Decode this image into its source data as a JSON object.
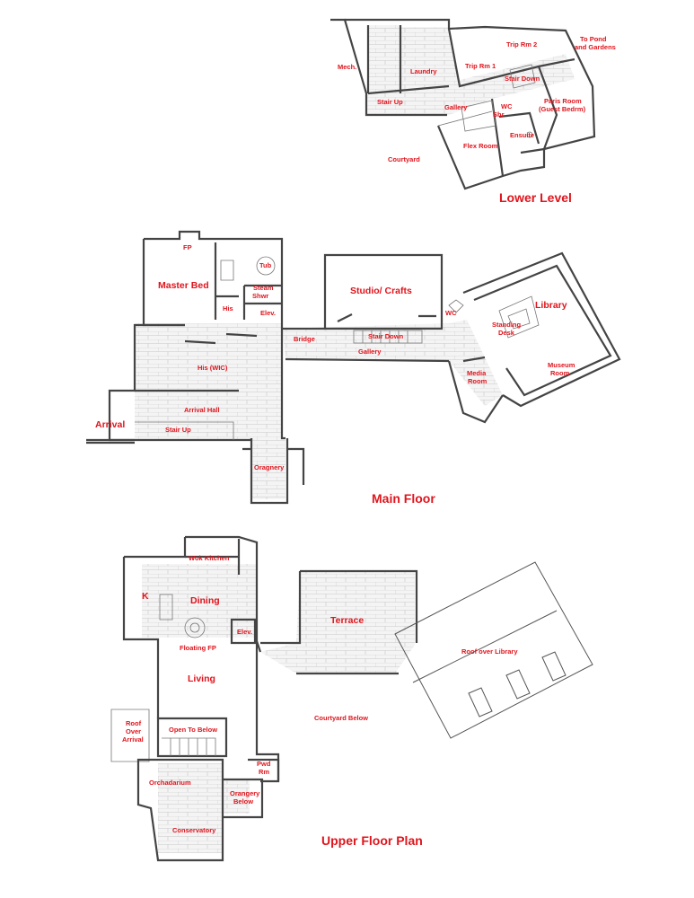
{
  "levels": {
    "lower": {
      "title": "Lower Level",
      "rooms": {
        "mech": "Mech.",
        "laundry": "Laundry",
        "trip_rm_2": "Trip Rm 2",
        "to_pond": "To Pond",
        "and_gardens": "and Gardens",
        "trip_rm_1": "Trip Rm 1",
        "stair_down": "Stair Down",
        "stair_up": "Stair Up",
        "gallery": "Gallery",
        "wc": "WC",
        "shr": "Shr",
        "paris_room": "Paris Room",
        "guest_bedrm": "(Guest Bedrm)",
        "ensuite": "Ensuite",
        "flex_room": "Flex Room",
        "courtyard": "Courtyard"
      }
    },
    "main": {
      "title": "Main Floor",
      "rooms": {
        "fp": "FP",
        "tub": "Tub",
        "master_bed": "Master Bed",
        "steam": "Steam",
        "shwr": "Shwr",
        "his": "His",
        "elev": "Elev.",
        "studio": "Studio/ Crafts",
        "library": "Library",
        "wc": "WC",
        "standing": "Standing",
        "desk": "Desk",
        "bridge": "Bridge",
        "stair_down": "Stair Down",
        "gallery": "Gallery",
        "his_wic": "His (WIC)",
        "media": "Media",
        "room": "Room",
        "museum": "Museum",
        "museum_room": "Room",
        "arrival_hall": "Arrival Hall",
        "arrival": "Arrival",
        "stair_up": "Stair Up",
        "oragnery": "Oragnery"
      }
    },
    "upper": {
      "title": "Upper Floor Plan",
      "rooms": {
        "wok_kitchen": "Wok Kitchen",
        "k": "K",
        "dining": "Dining",
        "terrace": "Terrace",
        "elev": "Elev.",
        "floating_fp": "Floating FP",
        "roof_over_library": "Roof over Library",
        "living": "Living",
        "roof": "Roof",
        "over": "Over",
        "arrival": "Arrival",
        "open_to_below": "Open To Below",
        "courtyard_below": "Courtyard Below",
        "pwd": "Pwd",
        "rm": "Rm",
        "orchadarium": "Orchadarium",
        "orangery": "Orangery",
        "below": "Below",
        "conservatory": "Conservatory"
      }
    }
  },
  "colors": {
    "label": "#e0141c",
    "walls": "#444444",
    "paving": "#cfcfcf"
  }
}
